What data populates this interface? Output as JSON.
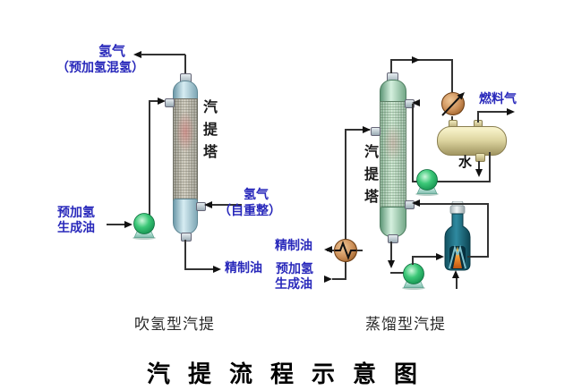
{
  "title": "汽提流程示意图",
  "left": {
    "caption": "吹氢型汽提",
    "tower_label": "汽提塔",
    "overhead_label": "氢气",
    "overhead_sub": "（预加氢混氢）",
    "feed_l1": "预加氢",
    "feed_l2": "生成油",
    "gas_in": "氢气",
    "gas_in_sub": "（自重整）",
    "product": "精制油"
  },
  "right": {
    "caption": "蒸馏型汽提",
    "tower_label": "汽提塔",
    "fuel_gas": "燃料气",
    "water": "水",
    "product": "精制油",
    "feed_l1": "预加氢",
    "feed_l2": "生成油"
  },
  "icons": {
    "pump": "pump-icon",
    "heat_exchanger": "heat-exchanger-icon",
    "cooler": "air-cooler-icon",
    "furnace": "fired-heater-icon"
  },
  "colors": {
    "label_blue": "#2929bb",
    "tower_left": "#aecdd6",
    "tower_right": "#a5cfae",
    "drum_tan": "#ddd5a0",
    "pump_green": "#2ab36b",
    "exchanger_tan": "#c98f5e",
    "furnace_teal": "#1d6e85",
    "flame_orange": "#f09030",
    "line": "#333333"
  }
}
